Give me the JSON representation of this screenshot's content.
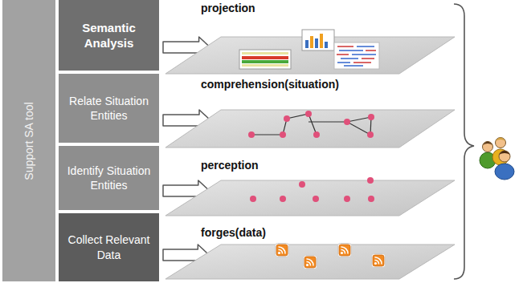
{
  "diagram": {
    "nodes": [
      {
        "text": [
          "Support SA tool"
        ]
      },
      {
        "text": [
          "Semantic Analysis"
        ]
      },
      {
        "text": [
          "Relate Situation Entities"
        ]
      },
      {
        "text": [
          "Identify Situation Entities"
        ]
      },
      {
        "text": [
          "Collect Relevant Data"
        ]
      },
      {
        "text": [
          "projection"
        ]
      },
      {
        "text": [
          "comprehension(situation)"
        ]
      },
      {
        "text": [
          "perception"
        ]
      },
      {
        "text": [
          "forges(data)"
        ]
      }
    ],
    "edges": [
      {
        "from": 1,
        "to": 5,
        "arrow": "to"
      },
      {
        "from": 2,
        "to": 6,
        "arrow": "to"
      },
      {
        "from": 3,
        "to": 7,
        "arrow": "to"
      },
      {
        "from": 4,
        "to": 8,
        "arrow": "to"
      }
    ]
  }
}
